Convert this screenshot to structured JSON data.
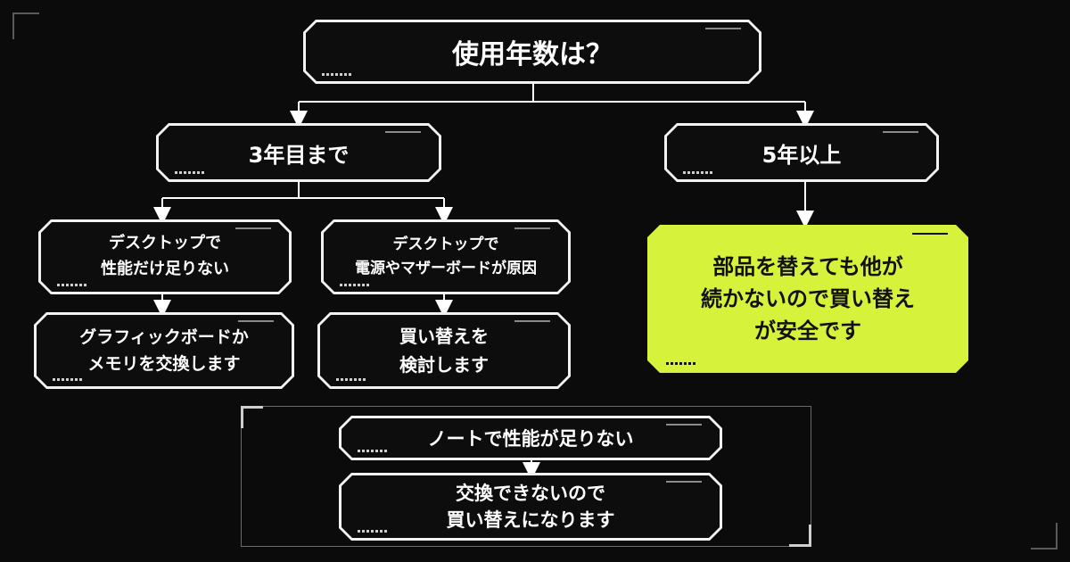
{
  "colors": {
    "background": "#0b0b0b",
    "node_border": "#f2f2f2",
    "node_fill": "#0d0d0d",
    "highlight": "#d7f23a",
    "highlight_text": "#111111",
    "edge": "#ffffff"
  },
  "nodes": {
    "root": {
      "lines": [
        "使用年数は？"
      ]
    },
    "up_to_3": {
      "lines": [
        "3年目まで"
      ]
    },
    "over_5": {
      "lines": [
        "5年以上"
      ]
    },
    "desktop_perf": {
      "lines": [
        "デスクトップで",
        "性能だけ足りない"
      ]
    },
    "desktop_cause": {
      "lines": [
        "デスクトップで",
        "電源やマザーボードが原因"
      ]
    },
    "swap_gpu": {
      "lines": [
        "グラフィックボードか",
        "メモリを交換します"
      ]
    },
    "consider_replace": {
      "lines": [
        "買い替えを",
        "検討します"
      ]
    },
    "replace_safe": {
      "lines": [
        "部品を替えても他が",
        "続かないので買い替え",
        "が安全です"
      ]
    },
    "notebook_perf": {
      "lines": [
        "ノートで性能が足りない"
      ]
    },
    "notebook_replace": {
      "lines": [
        "交換できないので",
        "買い替えになります"
      ]
    }
  }
}
